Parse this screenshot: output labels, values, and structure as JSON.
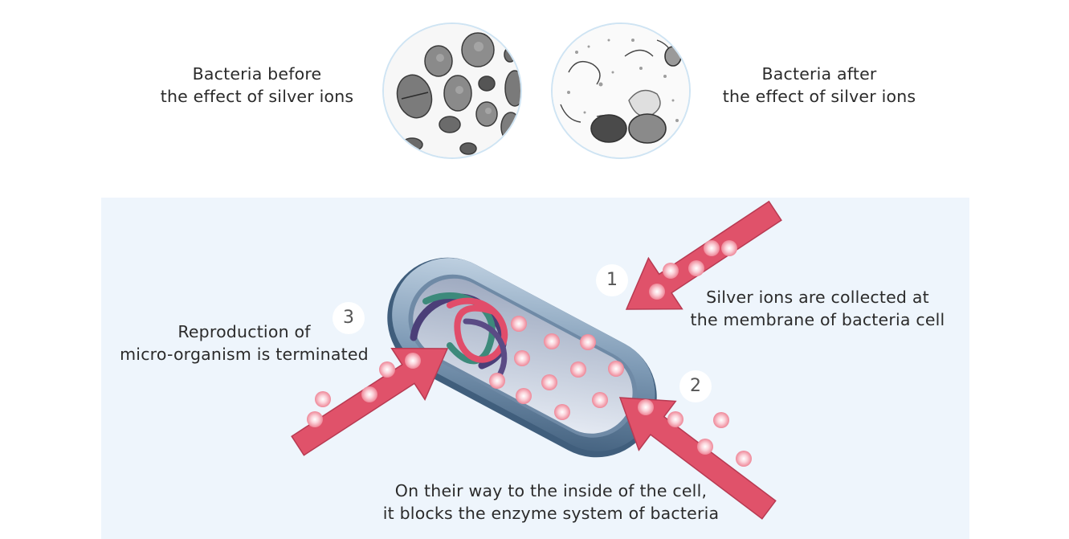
{
  "captions": {
    "before": [
      "Bacteria before",
      "the effect of silver ions"
    ],
    "after": [
      "Bacteria after",
      "the effect of silver ions"
    ]
  },
  "steps": [
    {
      "number": "1",
      "text": [
        "Silver ions are collected at",
        "the membrane of bacteria cell"
      ]
    },
    {
      "number": "2",
      "text": [
        "On their way to the inside of the cell,",
        "it blocks the enzyme system of bacteria"
      ]
    },
    {
      "number": "3",
      "text": [
        "Reproduction of",
        "micro-organism is terminated"
      ]
    }
  ],
  "colors": {
    "panel_background": "#eef5fc",
    "arrow": "#e0526a",
    "ion": "#f6a9b4",
    "membrane_outer": "#5f7f9c",
    "photo_border": "#cfe4f3"
  },
  "icons": {
    "arrow": "arrow-icon",
    "ion": "silver-ion-icon",
    "cell": "bacteria-cell-icon"
  }
}
